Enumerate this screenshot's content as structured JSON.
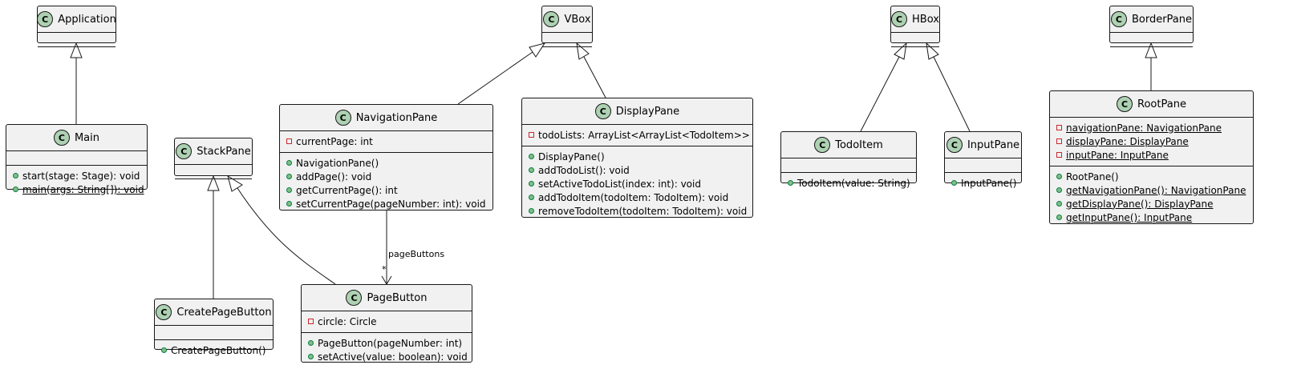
{
  "diagram": {
    "classes": {
      "application": {
        "name": "Application",
        "stereotype": "C",
        "fields": [],
        "methods": []
      },
      "main": {
        "name": "Main",
        "stereotype": "C",
        "fields": [],
        "methods": [
          {
            "vis": "public",
            "text": "start(stage: Stage): void",
            "static": false
          },
          {
            "vis": "public",
            "text": "main(args: String[]): void",
            "static": true
          }
        ]
      },
      "stackpane": {
        "name": "StackPane",
        "stereotype": "C",
        "fields": [],
        "methods": []
      },
      "createpagebutton": {
        "name": "CreatePageButton",
        "stereotype": "C",
        "fields": [],
        "methods": [
          {
            "vis": "public",
            "text": "CreatePageButton()",
            "static": false
          }
        ]
      },
      "vbox": {
        "name": "VBox",
        "stereotype": "C",
        "fields": [],
        "methods": []
      },
      "navigationpane": {
        "name": "NavigationPane",
        "stereotype": "C",
        "fields": [
          {
            "vis": "private",
            "text": "currentPage: int",
            "static": false
          }
        ],
        "methods": [
          {
            "vis": "public",
            "text": "NavigationPane()",
            "static": false
          },
          {
            "vis": "public",
            "text": "addPage(): void",
            "static": false
          },
          {
            "vis": "public",
            "text": "getCurrentPage(): int",
            "static": false
          },
          {
            "vis": "public",
            "text": "setCurrentPage(pageNumber: int): void",
            "static": false
          }
        ]
      },
      "pagebutton": {
        "name": "PageButton",
        "stereotype": "C",
        "fields": [
          {
            "vis": "private",
            "text": "circle: Circle",
            "static": false
          }
        ],
        "methods": [
          {
            "vis": "public",
            "text": "PageButton(pageNumber: int)",
            "static": false
          },
          {
            "vis": "public",
            "text": "setActive(value: boolean): void",
            "static": false
          }
        ]
      },
      "displaypane": {
        "name": "DisplayPane",
        "stereotype": "C",
        "fields": [
          {
            "vis": "private",
            "text": "todoLists: ArrayList<ArrayList<TodoItem>>",
            "static": false
          }
        ],
        "methods": [
          {
            "vis": "public",
            "text": "DisplayPane()",
            "static": false
          },
          {
            "vis": "public",
            "text": "addTodoList(): void",
            "static": false
          },
          {
            "vis": "public",
            "text": "setActiveTodoList(index: int): void",
            "static": false
          },
          {
            "vis": "public",
            "text": "addTodoItem(todoItem: TodoItem): void",
            "static": false
          },
          {
            "vis": "public",
            "text": "removeTodoItem(todoItem: TodoItem): void",
            "static": false
          }
        ]
      },
      "hbox": {
        "name": "HBox",
        "stereotype": "C",
        "fields": [],
        "methods": []
      },
      "todoitem": {
        "name": "TodoItem",
        "stereotype": "C",
        "fields": [],
        "methods": [
          {
            "vis": "public",
            "text": "TodoItem(value: String)",
            "static": false
          }
        ]
      },
      "inputpane": {
        "name": "InputPane",
        "stereotype": "C",
        "fields": [],
        "methods": [
          {
            "vis": "public",
            "text": "InputPane()",
            "static": false
          }
        ]
      },
      "borderpane": {
        "name": "BorderPane",
        "stereotype": "C",
        "fields": [],
        "methods": []
      },
      "rootpane": {
        "name": "RootPane",
        "stereotype": "C",
        "fields": [
          {
            "vis": "private",
            "text": "navigationPane: NavigationPane",
            "static": true
          },
          {
            "vis": "private",
            "text": "displayPane: DisplayPane",
            "static": true
          },
          {
            "vis": "private",
            "text": "inputPane: InputPane",
            "static": true
          }
        ],
        "methods": [
          {
            "vis": "public",
            "text": "RootPane()",
            "static": false
          },
          {
            "vis": "public",
            "text": "getNavigationPane(): NavigationPane",
            "static": true
          },
          {
            "vis": "public",
            "text": "getDisplayPane(): DisplayPane",
            "static": true
          },
          {
            "vis": "public",
            "text": "getInputPane(): InputPane",
            "static": true
          }
        ]
      }
    },
    "relations": [
      {
        "kind": "inheritance",
        "from": "main",
        "to": "application"
      },
      {
        "kind": "inheritance",
        "from": "createpagebutton",
        "to": "stackpane"
      },
      {
        "kind": "inheritance",
        "from": "pagebutton",
        "to": "stackpane"
      },
      {
        "kind": "inheritance",
        "from": "navigationpane",
        "to": "vbox"
      },
      {
        "kind": "inheritance",
        "from": "displaypane",
        "to": "vbox"
      },
      {
        "kind": "inheritance",
        "from": "todoitem",
        "to": "hbox"
      },
      {
        "kind": "inheritance",
        "from": "inputpane",
        "to": "hbox"
      },
      {
        "kind": "inheritance",
        "from": "rootpane",
        "to": "borderpane"
      },
      {
        "kind": "association",
        "from": "navigationpane",
        "to": "pagebutton",
        "label": "pageButtons",
        "multiplicity": "*"
      }
    ],
    "colors": {
      "class_fill": "#f1f1f1",
      "border": "#181818",
      "badge": "#add1b2",
      "public": "#84be84",
      "private": "#c82930"
    }
  }
}
